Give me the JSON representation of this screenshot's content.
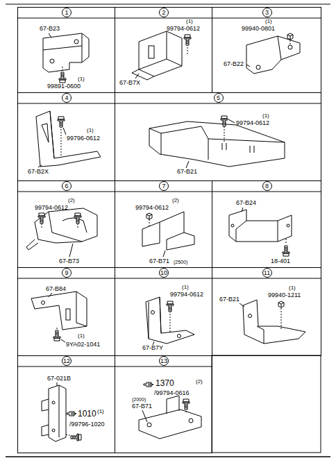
{
  "diagram": {
    "nodes": [
      {
        "text": [
          "1",
          "67-B23",
          "(1)",
          "99891-0600"
        ]
      },
      {
        "text": [
          "2",
          "(1)",
          "99794-0612",
          "67-B7X"
        ]
      },
      {
        "text": [
          "3",
          "(1)",
          "99940-0801",
          "67-B22"
        ]
      },
      {
        "text": [
          "4",
          "(1)",
          "99796-0612",
          "67-B2X"
        ]
      },
      {
        "text": [
          "5",
          "(1)",
          "99794-0612",
          "67-B21"
        ]
      },
      {
        "text": [
          "6",
          "(2)",
          "99794-0612",
          "67-B73"
        ]
      },
      {
        "text": [
          "7",
          "(2)",
          "99794-0612",
          "67-B71",
          "(2500)"
        ]
      },
      {
        "text": [
          "8",
          "67-B24",
          "18-401"
        ]
      },
      {
        "text": [
          "9",
          "67-B84",
          "(1)",
          "9YA02-1041"
        ]
      },
      {
        "text": [
          "10",
          "(1)",
          "99794-0612",
          "67-B7Y"
        ]
      },
      {
        "text": [
          "11",
          "67-B21",
          "(1)",
          "99940-1211"
        ]
      },
      {
        "text": [
          "12",
          "67-021B",
          "1010",
          "(1)",
          "/99796-1020"
        ]
      },
      {
        "text": [
          "13",
          "1370",
          "(2)",
          "/99794-0616",
          "(2000)",
          "67-B71"
        ]
      }
    ]
  }
}
